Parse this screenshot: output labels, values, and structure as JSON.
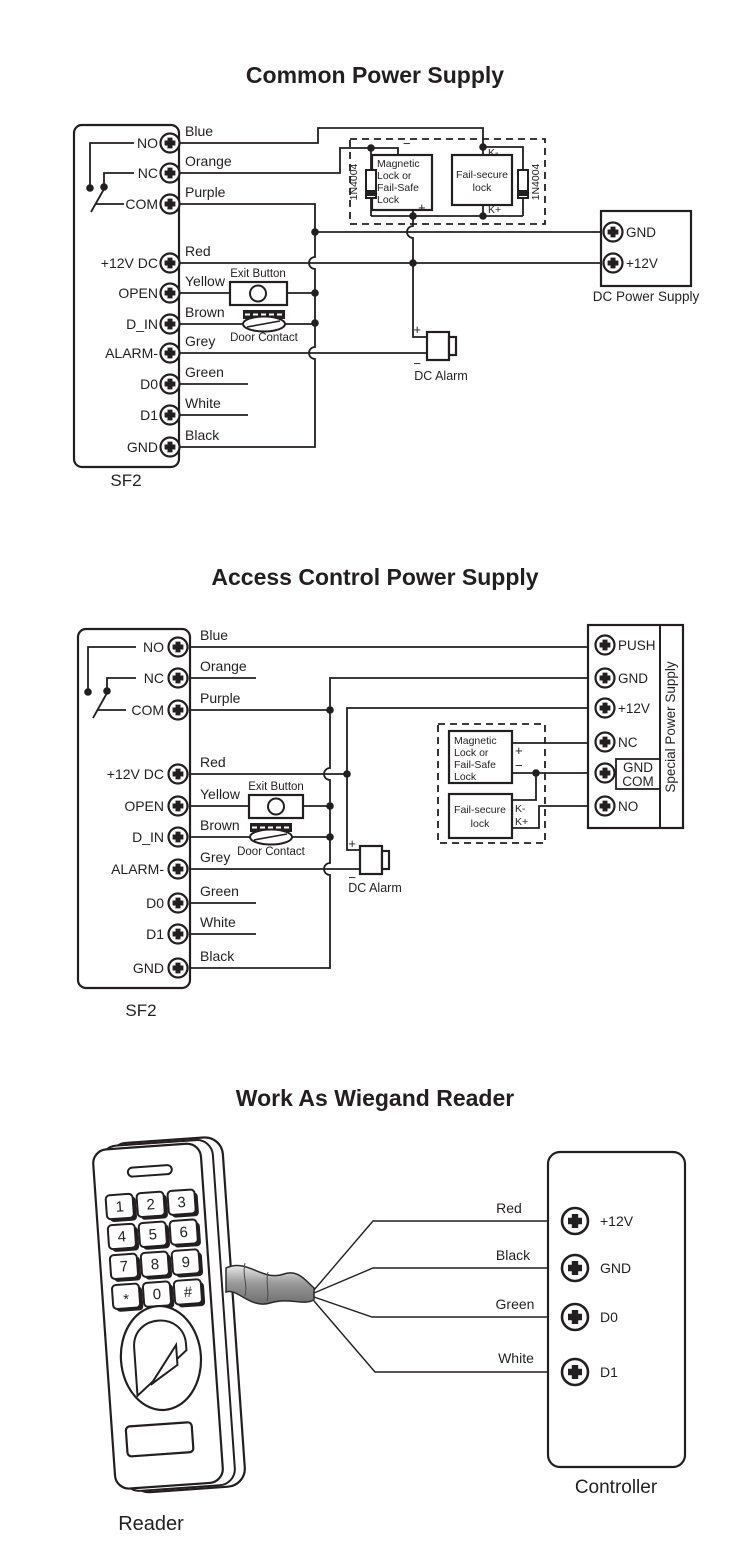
{
  "page": {
    "background": "#ffffff",
    "ink": "#231f20"
  },
  "section1": {
    "title": "Common Power Supply",
    "device_label": "SF2",
    "terminals": [
      {
        "label": "NO",
        "wire": "Blue"
      },
      {
        "label": "NC",
        "wire": "Orange"
      },
      {
        "label": "COM",
        "wire": "Purple"
      },
      {
        "label": "+12V DC",
        "wire": "Red"
      },
      {
        "label": "OPEN",
        "wire": "Yellow"
      },
      {
        "label": "D_IN",
        "wire": "Brown"
      },
      {
        "label": "ALARM-",
        "wire": "Grey"
      },
      {
        "label": "D0",
        "wire": "Green"
      },
      {
        "label": "D1",
        "wire": "White"
      },
      {
        "label": "GND",
        "wire": "Black"
      }
    ],
    "exit_button_label": "Exit Button",
    "door_contact_label": "Door Contact",
    "magnetic_lock_lines": [
      "Magnetic",
      "Lock or",
      "Fail-Safe",
      "Lock"
    ],
    "fail_secure_lines": [
      "Fail-secure",
      "lock"
    ],
    "diode_label": "1N4004",
    "lock_minus": "−",
    "lock_plus": "+",
    "k_minus": "K-",
    "k_plus": "K+",
    "alarm_plus": "+",
    "alarm_minus": "−",
    "dc_alarm_label": "DC Alarm",
    "power_supply": {
      "terminals": [
        "GND",
        "+12V"
      ],
      "caption": "DC Power Supply"
    }
  },
  "section2": {
    "title": "Access Control Power Supply",
    "device_label": "SF2",
    "terminals": [
      {
        "label": "NO",
        "wire": "Blue"
      },
      {
        "label": "NC",
        "wire": "Orange"
      },
      {
        "label": "COM",
        "wire": "Purple"
      },
      {
        "label": "+12V DC",
        "wire": "Red"
      },
      {
        "label": "OPEN",
        "wire": "Yellow"
      },
      {
        "label": "D_IN",
        "wire": "Brown"
      },
      {
        "label": "ALARM-",
        "wire": "Grey"
      },
      {
        "label": "D0",
        "wire": "Green"
      },
      {
        "label": "D1",
        "wire": "White"
      },
      {
        "label": "GND",
        "wire": "Black"
      }
    ],
    "exit_button_label": "Exit Button",
    "door_contact_label": "Door Contact",
    "magnetic_lock_lines": [
      "Magnetic",
      "Lock or",
      "Fail-Safe",
      "Lock"
    ],
    "fail_secure_lines": [
      "Fail-secure",
      "lock"
    ],
    "lock_plus": "+",
    "lock_minus": "−",
    "k_minus": "K-",
    "k_plus": "K+",
    "alarm_plus": "+",
    "alarm_minus": "−",
    "dc_alarm_label": "DC Alarm",
    "power_supply": {
      "caption": "Special Power Supply",
      "terminals": [
        "PUSH",
        "GND",
        "+12V",
        "NC",
        "NO"
      ],
      "gnd_com": [
        "GND",
        "COM"
      ]
    }
  },
  "section3": {
    "title": "Work As Wiegand Reader",
    "reader_label": "Reader",
    "controller_label": "Controller",
    "keys": [
      "1",
      "2",
      "3",
      "4",
      "5",
      "6",
      "7",
      "8",
      "9",
      "*",
      "0",
      "#"
    ],
    "wires": [
      {
        "color": "Red",
        "terminal": "+12V"
      },
      {
        "color": "Black",
        "terminal": "GND"
      },
      {
        "color": "Green",
        "terminal": "D0"
      },
      {
        "color": "White",
        "terminal": "D1"
      }
    ]
  }
}
